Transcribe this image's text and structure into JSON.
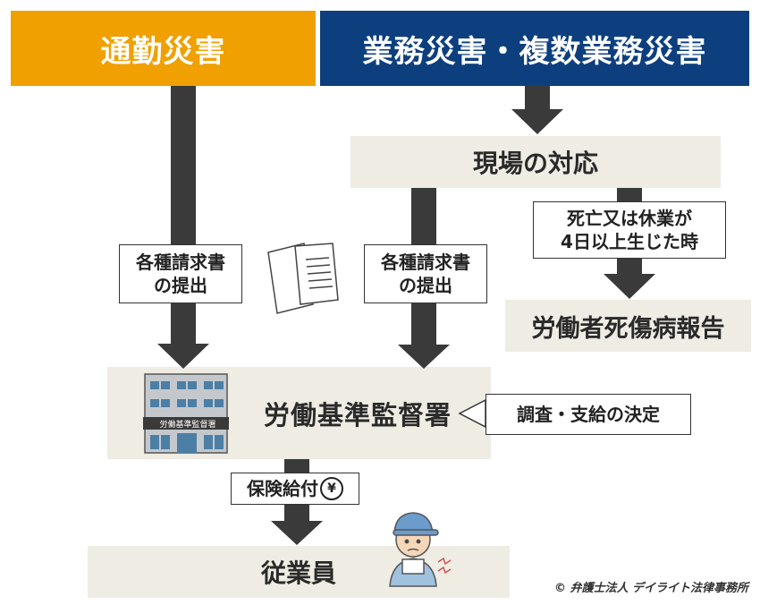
{
  "headers": {
    "commute": "通勤災害",
    "work": "業務災害・複数業務災害"
  },
  "nodes": {
    "site_response": "現場の対応",
    "condition_line1": "死亡又は休業が",
    "condition_line2": "4日以上生じた時",
    "injury_report": "労働者死傷病報告",
    "claim_line1": "各種請求書",
    "claim_line2": "の提出",
    "labor_office": "労働基準監督署",
    "building_sign": "労働基準監督署",
    "decision": "調査・支給の決定",
    "benefit": "保険給付",
    "benefit_symbol": "¥",
    "employee": "従業員"
  },
  "credit": "© 弁護士法人 デイライト法律事務所",
  "colors": {
    "commute": "#f0a000",
    "work": "#0d3f7f",
    "arrow": "#3a3a3a",
    "box_bg": "#efece4"
  }
}
